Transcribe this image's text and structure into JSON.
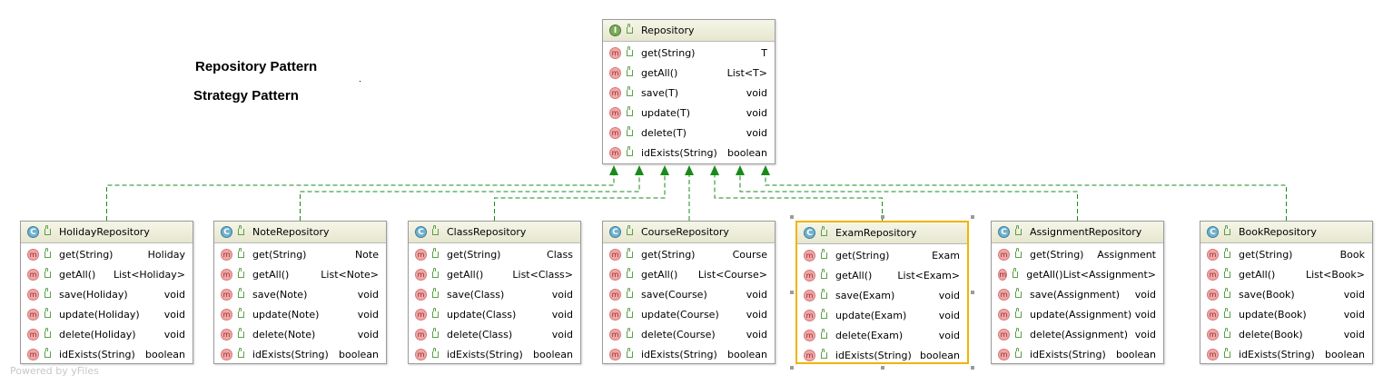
{
  "captions": [
    "Repository Pattern",
    "Strategy Pattern"
  ],
  "watermark": "Powered by yFiles",
  "colors": {
    "edge": "#198a19",
    "selection": "#f0b400",
    "method_icon": "#f2a6a6",
    "class_icon": "#6fb2cf",
    "interface_icon": "#7aaa59"
  },
  "interface": {
    "kind": "I",
    "name": "Repository",
    "methods": [
      {
        "sig": "get(String)",
        "ret": "T"
      },
      {
        "sig": "getAll()",
        "ret": "List<T>"
      },
      {
        "sig": "save(T)",
        "ret": "void"
      },
      {
        "sig": "update(T)",
        "ret": "void"
      },
      {
        "sig": "delete(T)",
        "ret": "void"
      },
      {
        "sig": "idExists(String)",
        "ret": "boolean"
      }
    ]
  },
  "classes": [
    {
      "kind": "C",
      "name": "HolidayRepository",
      "selected": false,
      "methods": [
        {
          "sig": "get(String)",
          "ret": "Holiday"
        },
        {
          "sig": "getAll()",
          "ret": "List<Holiday>"
        },
        {
          "sig": "save(Holiday)",
          "ret": "void"
        },
        {
          "sig": "update(Holiday)",
          "ret": "void"
        },
        {
          "sig": "delete(Holiday)",
          "ret": "void"
        },
        {
          "sig": "idExists(String)",
          "ret": "boolean"
        }
      ]
    },
    {
      "kind": "C",
      "name": "NoteRepository",
      "selected": false,
      "methods": [
        {
          "sig": "get(String)",
          "ret": "Note"
        },
        {
          "sig": "getAll()",
          "ret": "List<Note>"
        },
        {
          "sig": "save(Note)",
          "ret": "void"
        },
        {
          "sig": "update(Note)",
          "ret": "void"
        },
        {
          "sig": "delete(Note)",
          "ret": "void"
        },
        {
          "sig": "idExists(String)",
          "ret": "boolean"
        }
      ]
    },
    {
      "kind": "C",
      "name": "ClassRepository",
      "selected": false,
      "methods": [
        {
          "sig": "get(String)",
          "ret": "Class"
        },
        {
          "sig": "getAll()",
          "ret": "List<Class>"
        },
        {
          "sig": "save(Class)",
          "ret": "void"
        },
        {
          "sig": "update(Class)",
          "ret": "void"
        },
        {
          "sig": "delete(Class)",
          "ret": "void"
        },
        {
          "sig": "idExists(String)",
          "ret": "boolean"
        }
      ]
    },
    {
      "kind": "C",
      "name": "CourseRepository",
      "selected": false,
      "methods": [
        {
          "sig": "get(String)",
          "ret": "Course"
        },
        {
          "sig": "getAll()",
          "ret": "List<Course>"
        },
        {
          "sig": "save(Course)",
          "ret": "void"
        },
        {
          "sig": "update(Course)",
          "ret": "void"
        },
        {
          "sig": "delete(Course)",
          "ret": "void"
        },
        {
          "sig": "idExists(String)",
          "ret": "boolean"
        }
      ]
    },
    {
      "kind": "C",
      "name": "ExamRepository",
      "selected": true,
      "methods": [
        {
          "sig": "get(String)",
          "ret": "Exam"
        },
        {
          "sig": "getAll()",
          "ret": "List<Exam>"
        },
        {
          "sig": "save(Exam)",
          "ret": "void"
        },
        {
          "sig": "update(Exam)",
          "ret": "void"
        },
        {
          "sig": "delete(Exam)",
          "ret": "void"
        },
        {
          "sig": "idExists(String)",
          "ret": "boolean"
        }
      ]
    },
    {
      "kind": "C",
      "name": "AssignmentRepository",
      "selected": false,
      "methods": [
        {
          "sig": "get(String)",
          "ret": "Assignment"
        },
        {
          "sig": "getAll()",
          "ret": "List<Assignment>"
        },
        {
          "sig": "save(Assignment)",
          "ret": "void"
        },
        {
          "sig": "update(Assignment)",
          "ret": "void"
        },
        {
          "sig": "delete(Assignment)",
          "ret": "void"
        },
        {
          "sig": "idExists(String)",
          "ret": "boolean"
        }
      ]
    },
    {
      "kind": "C",
      "name": "BookRepository",
      "selected": false,
      "methods": [
        {
          "sig": "get(String)",
          "ret": "Book"
        },
        {
          "sig": "getAll()",
          "ret": "List<Book>"
        },
        {
          "sig": "save(Book)",
          "ret": "void"
        },
        {
          "sig": "update(Book)",
          "ret": "void"
        },
        {
          "sig": "delete(Book)",
          "ret": "void"
        },
        {
          "sig": "idExists(String)",
          "ret": "boolean"
        }
      ]
    }
  ]
}
